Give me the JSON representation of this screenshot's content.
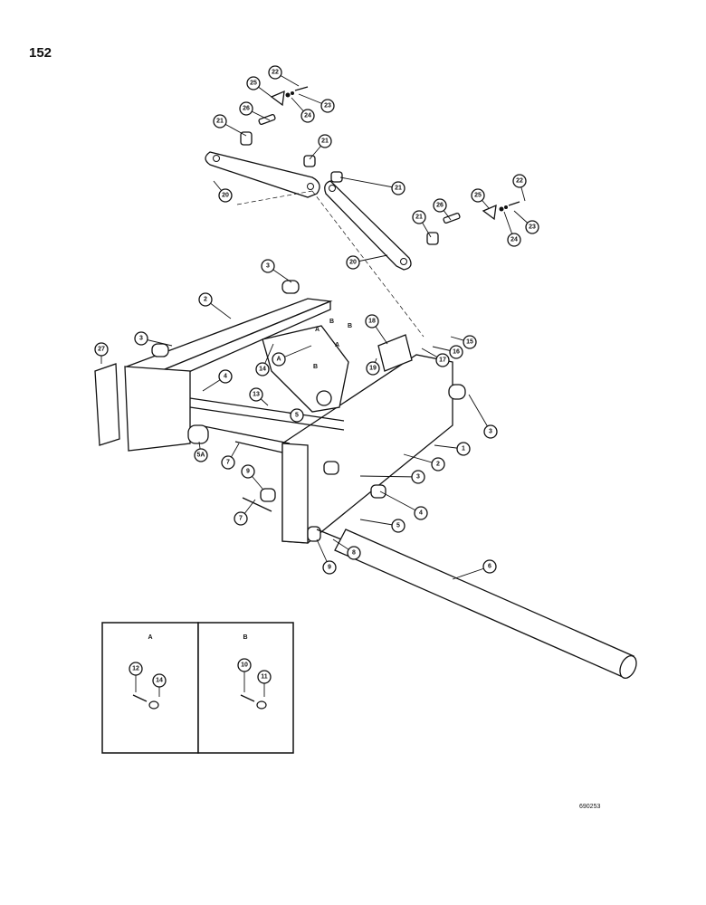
{
  "page": {
    "number": "152",
    "doc_code": "690253"
  },
  "inset_panels": [
    {
      "label": "A"
    },
    {
      "label": "B"
    }
  ],
  "point_labels": [
    "A",
    "B",
    "B",
    "A",
    "B"
  ],
  "callouts": [
    "22",
    "25",
    "23",
    "24",
    "26",
    "21",
    "21",
    "20",
    "21",
    "22",
    "25",
    "21",
    "26",
    "24",
    "23",
    "20",
    "3",
    "2",
    "18",
    "3",
    "27",
    "14",
    "A",
    "15",
    "16",
    "17",
    "19",
    "4",
    "13",
    "5",
    "3",
    "1",
    "5A",
    "2",
    "7",
    "9",
    "3",
    "4",
    "7",
    "5",
    "9",
    "8",
    "6",
    "12",
    "14",
    "10",
    "11"
  ]
}
